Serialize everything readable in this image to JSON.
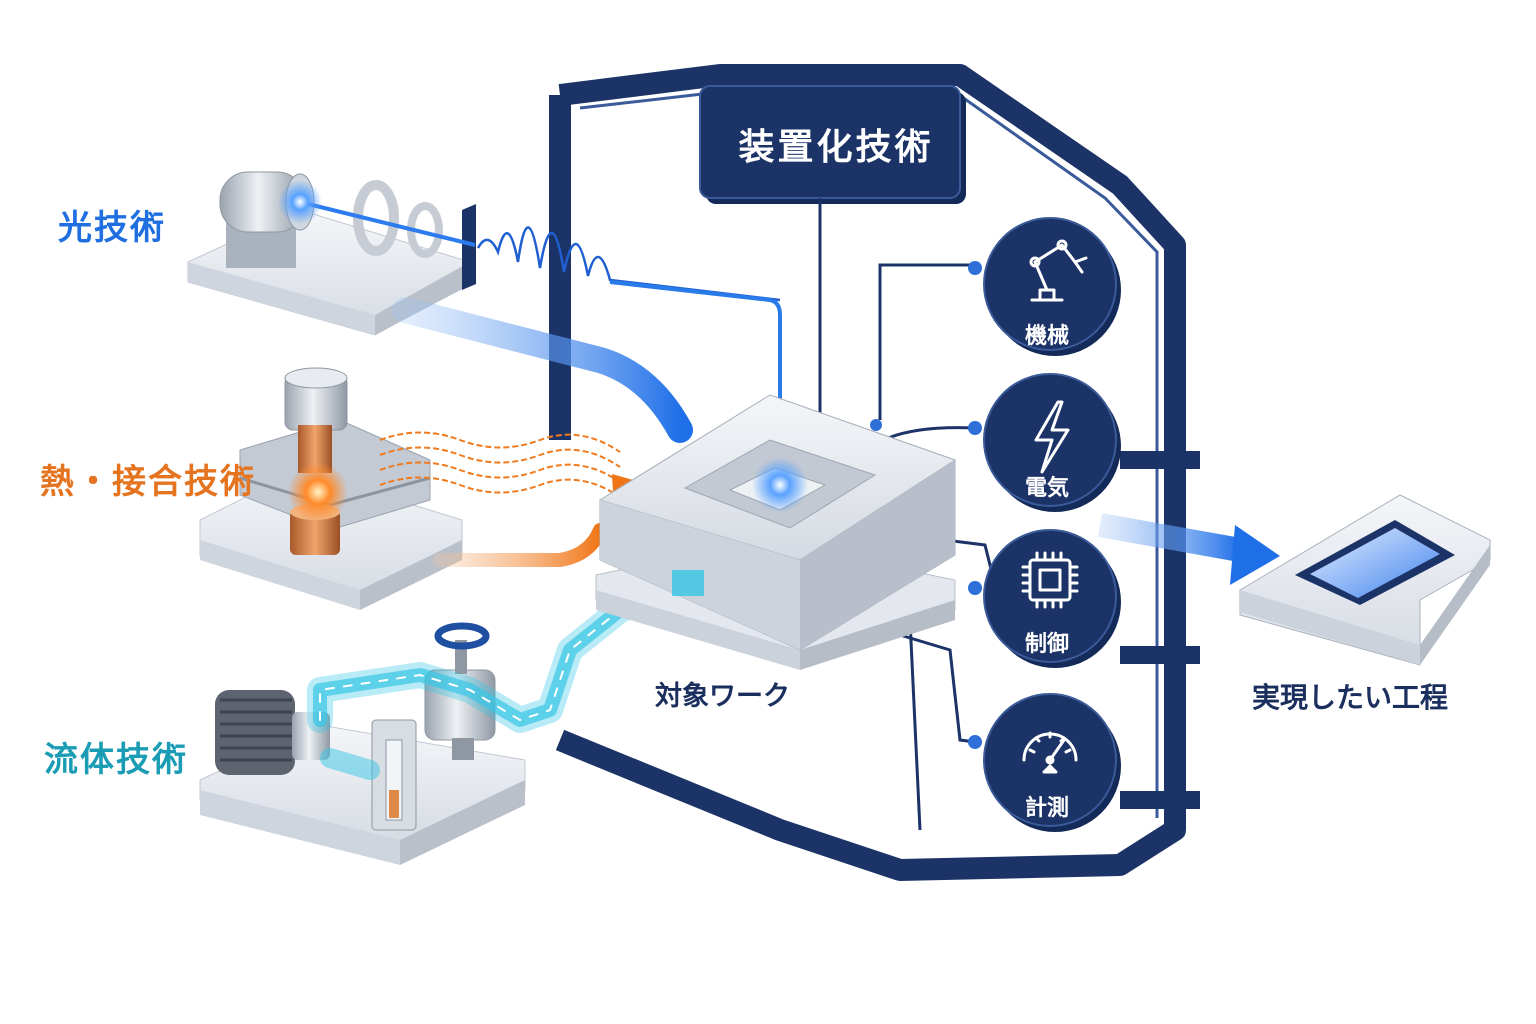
{
  "inputs": {
    "light": "光技術",
    "heat": "熱・接合技術",
    "fluid": "流体技術"
  },
  "center": {
    "work": "対象ワーク"
  },
  "equipment": {
    "title": "装置化技術",
    "modules": [
      {
        "label": "機械",
        "icon": "robot-arm-icon"
      },
      {
        "label": "電気",
        "icon": "lightning-icon"
      },
      {
        "label": "制御",
        "icon": "chip-icon"
      },
      {
        "label": "計測",
        "icon": "gauge-icon"
      }
    ]
  },
  "output": {
    "process": "実現したい工程"
  },
  "colors": {
    "navy": "#1c3367",
    "light_blue": "#2a7bea",
    "orange": "#f07a1e",
    "cyan": "#37c6e6"
  }
}
